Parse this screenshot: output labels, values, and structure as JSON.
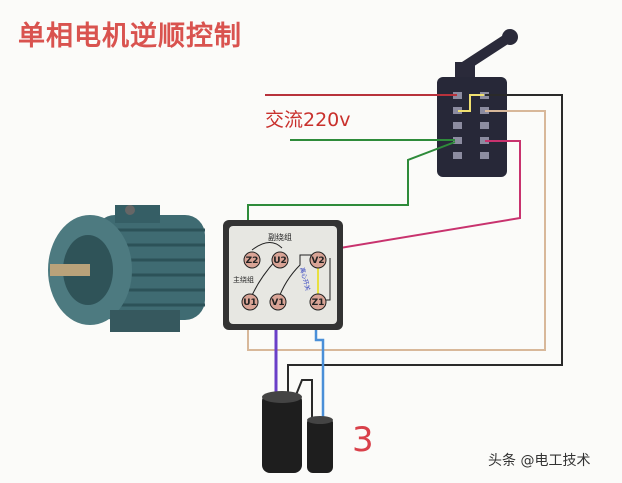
{
  "title": "单相电机逆顺控制",
  "supply_label": "交流220v",
  "figure_number": "3",
  "watermark": "头条 @电工技术",
  "terminal_box": {
    "terminals": [
      "Z2",
      "U2",
      "V2",
      "U1",
      "V1",
      "Z1"
    ],
    "aux_winding_label": "副绕组",
    "main_winding_label": "主绕组",
    "centrifugal_switch_label": "离心开关"
  },
  "wire_colors": {
    "red": "#b8323c",
    "green": "#2e8b3a",
    "black": "#2a2a2a",
    "beige": "#d8b89a",
    "pink": "#c8326e",
    "purple": "#6a3fc8",
    "blue": "#4a8fd8",
    "yellow": "#e8e040"
  }
}
